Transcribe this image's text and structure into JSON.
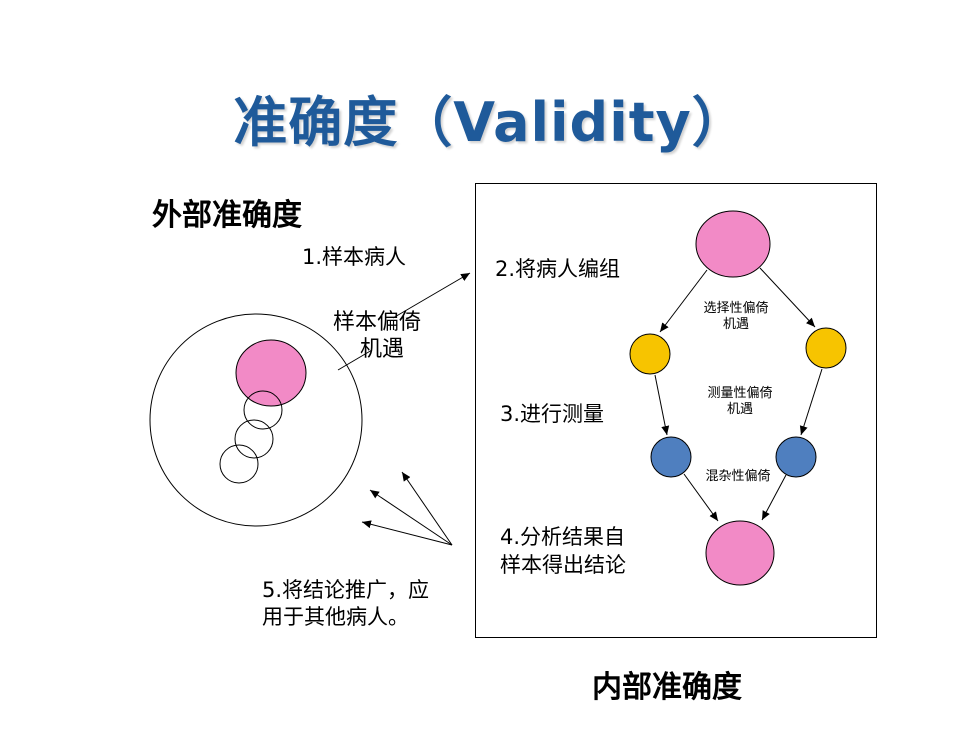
{
  "title": "准确度（Validity）",
  "external_validity_heading": "外部准确度",
  "internal_validity_heading": "内部准确度",
  "steps": {
    "step1": "1.样本病人",
    "step2": "2.将病人编组",
    "step3": "3.进行测量",
    "step4_line1": "4.分析结果自",
    "step4_line2": "样本得出结论",
    "step5_line1": "5.将结论推广，应",
    "step5_line2": "用于其他病人。"
  },
  "bias_labels": {
    "sample_bias_line1": "样本偏倚",
    "sample_bias_line2": "机遇",
    "selection_bias_line1": "选择性偏倚",
    "selection_bias_line2": "机遇",
    "measurement_bias_line1": "测量性偏倚",
    "measurement_bias_line2": "机遇",
    "confounding_bias": "混杂性偏倚"
  },
  "colors": {
    "title": "#1f5a9a",
    "pink": "#f28ac6",
    "yellow": "#f7c400",
    "blue": "#4f7fbf"
  }
}
